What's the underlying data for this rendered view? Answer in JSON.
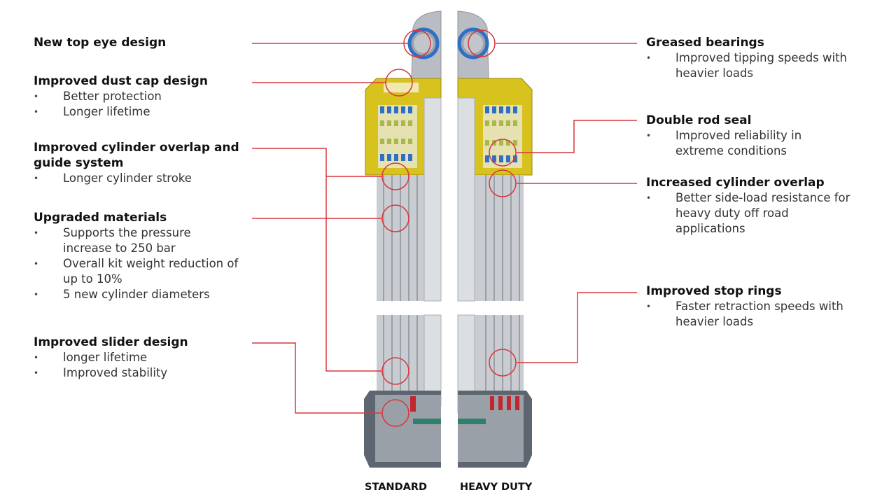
{
  "callouts": [
    {
      "id": "top-eye",
      "title": "New top eye design",
      "bullets": []
    },
    {
      "id": "dust-cap",
      "title": "Improved dust cap design",
      "bullets": [
        "Better protection",
        "Longer lifetime"
      ]
    },
    {
      "id": "overlap-guide",
      "title": "Improved cylinder overlap and guide system",
      "bullets": [
        "Longer cylinder stroke"
      ]
    },
    {
      "id": "materials",
      "title": "Upgraded materials",
      "bullets": [
        "Supports the pressure increase to 250 bar",
        "Overall kit weight reduction of up to 10%",
        "5 new cylinder diameters"
      ]
    },
    {
      "id": "slider",
      "title": "Improved slider design",
      "bullets": [
        "longer lifetime",
        "Improved stability"
      ]
    },
    {
      "id": "bearings",
      "title": "Greased bearings",
      "bullets": [
        "Improved tipping speeds with heavier loads"
      ]
    },
    {
      "id": "rod-seal",
      "title": "Double rod seal",
      "bullets": [
        "Improved reliability in extreme conditions"
      ]
    },
    {
      "id": "overlap",
      "title": "Increased cylinder overlap",
      "bullets": [
        "Better side-load resistance for heavy duty off road applications"
      ]
    },
    {
      "id": "stop-rings",
      "title": "Improved stop rings",
      "bullets": [
        "Faster retraction speeds with heavier loads"
      ]
    }
  ],
  "labels": {
    "standard": "STANDARD",
    "heavy_duty": "HEAVY DUTY"
  },
  "colors": {
    "leader": "#d9363e",
    "cylinder": "#c9ccd1",
    "cap": "#d8c21e",
    "base": "#5d6670",
    "seal_blue": "#2f6fc4"
  }
}
